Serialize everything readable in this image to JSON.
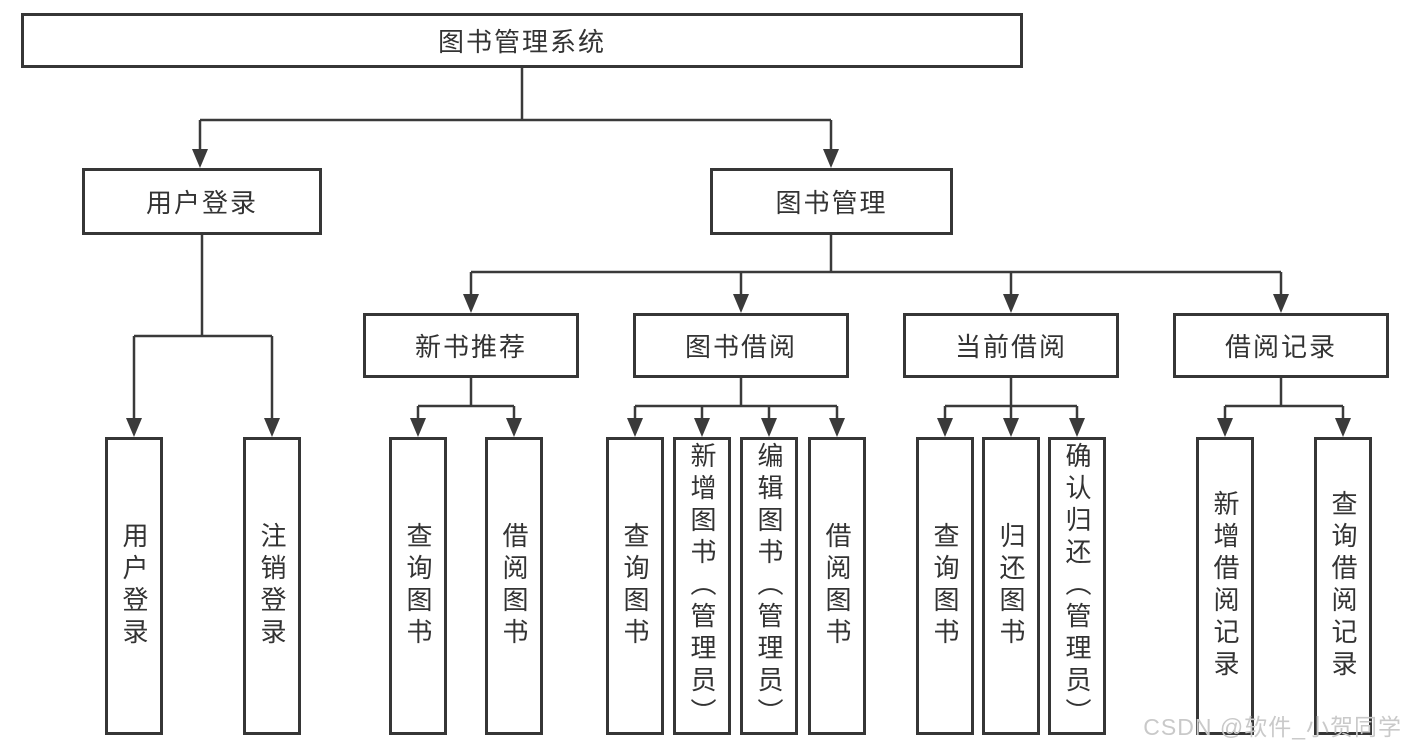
{
  "diagram": {
    "root": {
      "label": "图书管理系统",
      "children": [
        {
          "label": "用户登录",
          "children": [
            {
              "label": "用户登录"
            },
            {
              "label": "注销登录"
            }
          ]
        },
        {
          "label": "图书管理",
          "children": [
            {
              "label": "新书推荐",
              "children": [
                {
                  "label": "查询图书"
                },
                {
                  "label": "借阅图书"
                }
              ]
            },
            {
              "label": "图书借阅",
              "children": [
                {
                  "label": "查询图书"
                },
                {
                  "label": "新增图书（管理员）"
                },
                {
                  "label": "编辑图书（管理员）"
                },
                {
                  "label": "借阅图书"
                }
              ]
            },
            {
              "label": "当前借阅",
              "children": [
                {
                  "label": "查询图书"
                },
                {
                  "label": "归还图书"
                },
                {
                  "label": "确认归还（管理员）"
                }
              ]
            },
            {
              "label": "借阅记录",
              "children": [
                {
                  "label": "新增借阅记录"
                },
                {
                  "label": "查询借阅记录"
                }
              ]
            }
          ]
        }
      ]
    }
  },
  "watermark": {
    "text": "CSDN @软件_小贺同学"
  },
  "colors": {
    "line": "#3a3a3a",
    "border": "#363636",
    "text": "#333333",
    "background": "#ffffff",
    "watermark": "#c9c9c9"
  }
}
